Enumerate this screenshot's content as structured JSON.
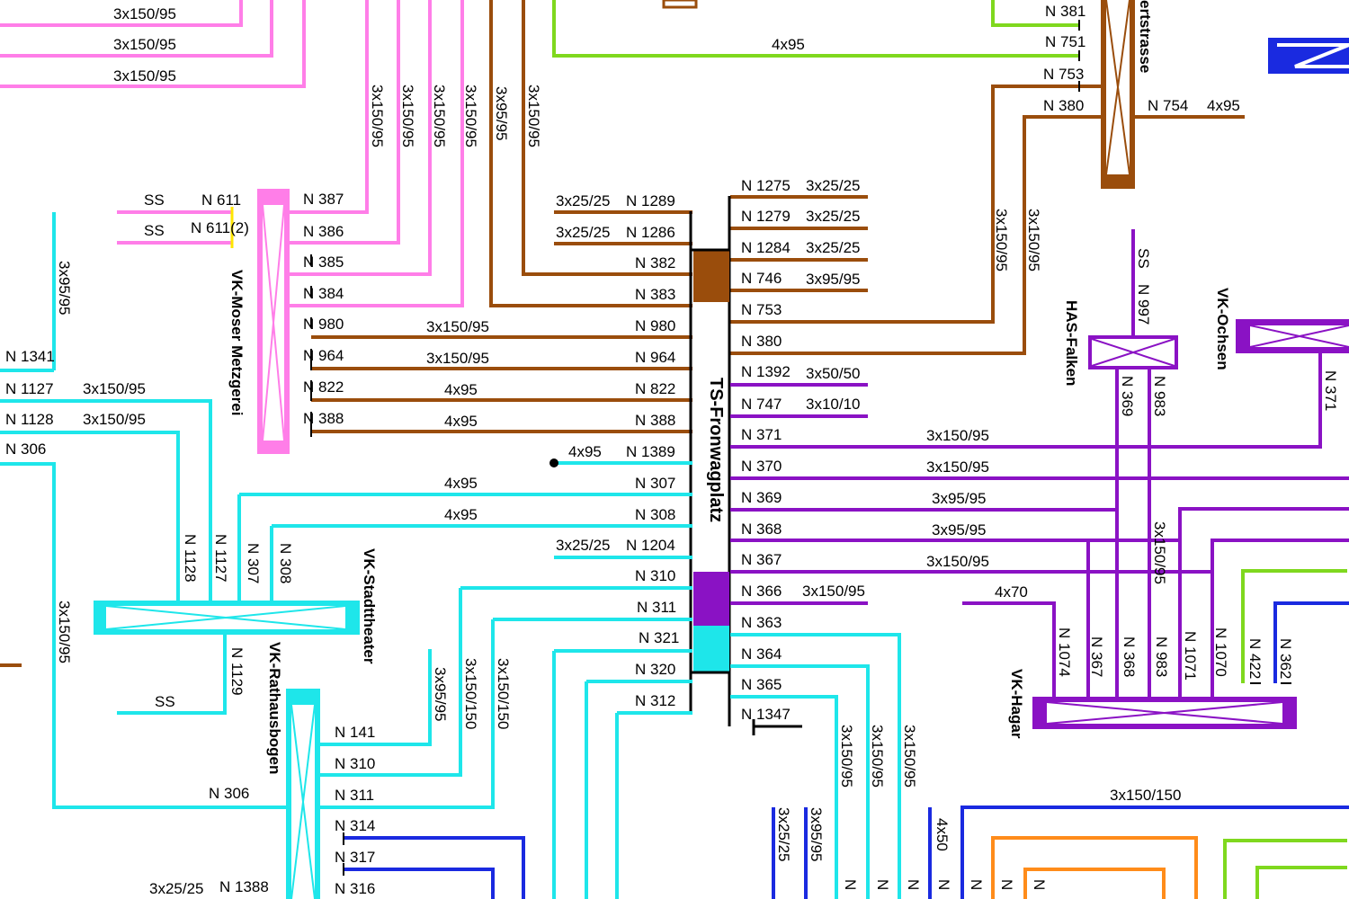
{
  "colors": {
    "pink": "#ff7ee8",
    "brown": "#9a4d0c",
    "cyan": "#1ee6ea",
    "purple": "#8a12c4",
    "green": "#7fd81e",
    "blue": "#1a2ae0",
    "orange": "#ff8c1a",
    "yellow": "#ffe600",
    "black": "#000000"
  },
  "station": {
    "name": "TS-Fronwagplatz"
  },
  "substations": {
    "moser": "VK-Moser Metzgerei",
    "stadttheater": "VK-Stadttheater",
    "rathausbogen": "VK-Rathausbogen",
    "falken": "HAS-Falken",
    "ochsen": "VK-Ochsen",
    "hagar": "VK-Hagar",
    "street": "ertstrasse"
  },
  "left_lines": [
    {
      "cable": "3x25/25",
      "node": "N 1289"
    },
    {
      "cable": "3x25/25",
      "node": "N 1286"
    },
    {
      "cable": "",
      "node": "N 382"
    },
    {
      "cable": "",
      "node": "N 383"
    },
    {
      "cable": "3x150/95",
      "node": "N 980"
    },
    {
      "cable": "3x150/95",
      "node": "N 964"
    },
    {
      "cable": "4x95",
      "node": "N 822"
    },
    {
      "cable": "4x95",
      "node": "N 388"
    },
    {
      "cable": "4x95",
      "node": "N 1389"
    },
    {
      "cable": "4x95",
      "node": "N 307"
    },
    {
      "cable": "4x95",
      "node": "N 308"
    },
    {
      "cable": "3x25/25",
      "node": "N 1204"
    },
    {
      "cable": "",
      "node": "N 310"
    },
    {
      "cable": "",
      "node": "N 311"
    },
    {
      "cable": "",
      "node": "N 321"
    },
    {
      "cable": "",
      "node": "N 320"
    },
    {
      "cable": "",
      "node": "N 312"
    }
  ],
  "right_lines": [
    {
      "node": "N 1275",
      "cable": "3x25/25"
    },
    {
      "node": "N 1279",
      "cable": "3x25/25"
    },
    {
      "node": "N 1284",
      "cable": "3x25/25"
    },
    {
      "node": "N 746",
      "cable": "3x95/95"
    },
    {
      "node": "N 753",
      "cable": ""
    },
    {
      "node": "N 380",
      "cable": ""
    },
    {
      "node": "N 1392",
      "cable": "3x50/50"
    },
    {
      "node": "N 747",
      "cable": "3x10/10"
    },
    {
      "node": "N 371",
      "cable": "3x150/95"
    },
    {
      "node": "N 370",
      "cable": "3x150/95"
    },
    {
      "node": "N 369",
      "cable": "3x95/95"
    },
    {
      "node": "N 368",
      "cable": "3x95/95"
    },
    {
      "node": "N 367",
      "cable": "3x150/95"
    },
    {
      "node": "N 366",
      "cable": "3x150/95"
    },
    {
      "node": "N 363",
      "cable": ""
    },
    {
      "node": "N 364",
      "cable": ""
    },
    {
      "node": "N 365",
      "cable": ""
    },
    {
      "node": "N 1347",
      "cable": ""
    }
  ],
  "labels": {
    "top_left_cables": [
      "3x150/95",
      "3x150/95",
      "3x150/95"
    ],
    "top_4x95": "4x95",
    "top_right_nodes": [
      "N 381",
      "N 751",
      "N 753",
      "N 380",
      "N 754"
    ],
    "top_right_cable": "4x95",
    "vertical_cables": [
      "3x150/95",
      "3x150/95",
      "3x150/95",
      "3x150/95",
      "3x95/95",
      "3x150/95"
    ],
    "moser_left": [
      "SS",
      "N 611",
      "SS",
      "N 611(2)"
    ],
    "moser_right": [
      "N 387",
      "N 386",
      "N 385",
      "N 384",
      "N 980",
      "N 964",
      "N 822",
      "N 388"
    ],
    "brown_vertical": [
      "3x150/95",
      "3x150/95"
    ],
    "far_left": [
      "3x95/95",
      "N 1341",
      "N 1127",
      "N 1128",
      "N 306",
      "3x150/95",
      "3x150/95",
      "3x150/95"
    ],
    "stadttheater_feeders": [
      "N 1128",
      "N 1127",
      "N 307",
      "N 308"
    ],
    "stadttheater_below": [
      "N 1129",
      "SS"
    ],
    "rathaus_nodes": [
      "N 141",
      "N 310",
      "N 311",
      "N 314",
      "N 317",
      "N 316",
      "N 306"
    ],
    "rathaus_cables": [
      "3x95/95",
      "3x150/150",
      "3x150/150"
    ],
    "bottom_left": [
      "3x25/25",
      "N 1388"
    ],
    "falken": [
      "SS",
      "N 997",
      "N 369",
      "N 983"
    ],
    "ochsen": [
      "N 371"
    ],
    "cable_4x70": "4x70",
    "purple_vertical": "3x150/95",
    "hagar_nodes": [
      "N 1074",
      "N 367",
      "N 368",
      "N 983",
      "N 1071",
      "N 1070",
      "N 422",
      "N 362"
    ],
    "bottom_vertical": [
      "3x150/95",
      "3x150/95",
      "3x150/95"
    ],
    "bottom_blue": [
      "3x25/25",
      "3x95/95",
      "4x50"
    ],
    "bottom_right_cable": "3x150/150",
    "bottom_edge": [
      "N",
      "N",
      "N",
      "N",
      "N",
      "N",
      "N"
    ]
  }
}
